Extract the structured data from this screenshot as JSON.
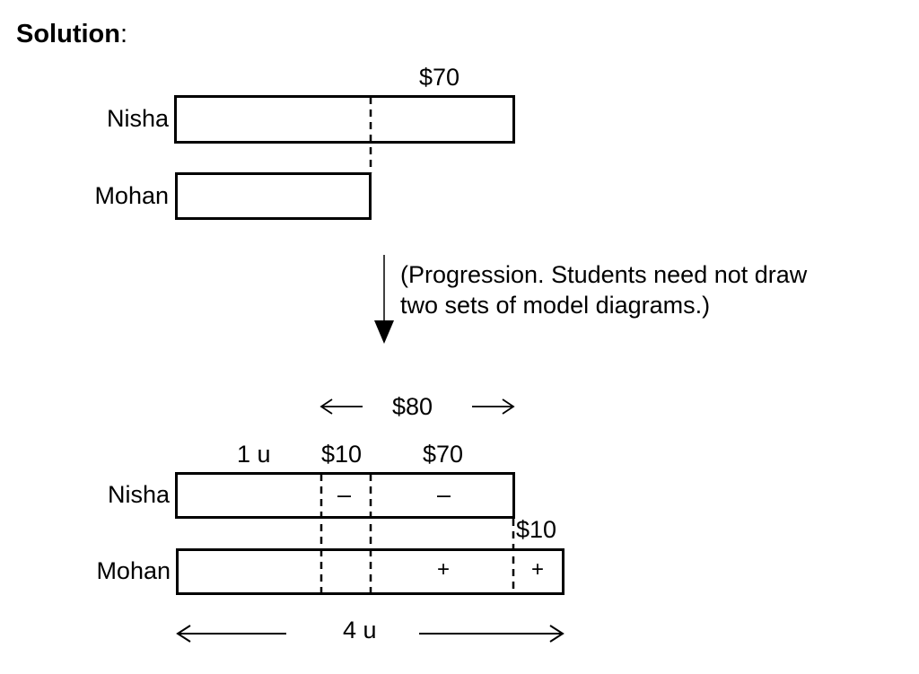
{
  "title": {
    "bold": "Solution",
    "suffix": ":"
  },
  "top_model": {
    "rows": [
      {
        "name": "Nisha"
      },
      {
        "name": "Mohan"
      }
    ],
    "extra_label": "$70"
  },
  "progression_note": {
    "line1": "(Progression. Students need not draw",
    "line2": "two sets of model diagrams.)",
    "arrow": "down-arrow"
  },
  "bottom_model": {
    "rows": [
      {
        "name": "Nisha",
        "segment_marks": [
          "–",
          "–"
        ]
      },
      {
        "name": "Mohan",
        "segment_marks": [
          "+",
          "+"
        ]
      }
    ],
    "bracket_label": "$80",
    "segment_labels": {
      "unit": "1 u",
      "ten": "$10",
      "seventy": "$70",
      "added": "$10"
    },
    "total_label": "4 u"
  }
}
